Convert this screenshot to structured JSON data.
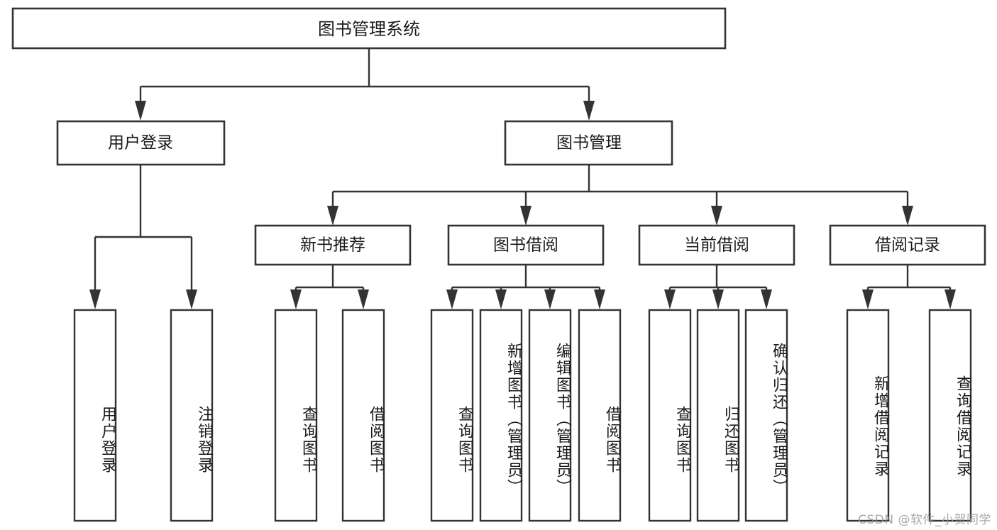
{
  "diagram": {
    "type": "tree",
    "orientation": "top-down",
    "root": {
      "id": "root",
      "label": "图书管理系统"
    },
    "level2": [
      {
        "id": "user-login",
        "label": "用户登录"
      },
      {
        "id": "book-manage",
        "label": "图书管理"
      }
    ],
    "level3": [
      {
        "id": "new-book-rec",
        "label": "新书推荐",
        "parent": "book-manage"
      },
      {
        "id": "book-borrow",
        "label": "图书借阅",
        "parent": "book-manage"
      },
      {
        "id": "current-borrow",
        "label": "当前借阅",
        "parent": "book-manage"
      },
      {
        "id": "borrow-record",
        "label": "借阅记录",
        "parent": "book-manage"
      }
    ],
    "leaves": [
      {
        "id": "leaf-user-login",
        "label": "用户登录",
        "parent": "user-login"
      },
      {
        "id": "leaf-user-logout",
        "label": "注销登录",
        "parent": "user-login"
      },
      {
        "id": "leaf-query-book-1",
        "label": "查询图书",
        "parent": "new-book-rec"
      },
      {
        "id": "leaf-borrow-book-1",
        "label": "借阅图书",
        "parent": "new-book-rec"
      },
      {
        "id": "leaf-query-book-2",
        "label": "查询图书",
        "parent": "book-borrow"
      },
      {
        "id": "leaf-add-book",
        "label": "新增图书（管理员）",
        "parent": "book-borrow"
      },
      {
        "id": "leaf-edit-book",
        "label": "编辑图书（管理员）",
        "parent": "book-borrow"
      },
      {
        "id": "leaf-borrow-book-2",
        "label": "借阅图书",
        "parent": "book-borrow"
      },
      {
        "id": "leaf-query-book-3",
        "label": "查询图书",
        "parent": "current-borrow"
      },
      {
        "id": "leaf-return-book",
        "label": "归还图书",
        "parent": "current-borrow"
      },
      {
        "id": "leaf-confirm-return",
        "label": "确认归还（管理员）",
        "parent": "current-borrow"
      },
      {
        "id": "leaf-add-record",
        "label": "新增借阅记录",
        "parent": "borrow-record"
      },
      {
        "id": "leaf-query-record",
        "label": "查询借阅记录",
        "parent": "borrow-record"
      }
    ],
    "colors": {
      "stroke": "#333333",
      "fill": "#ffffff",
      "text": "#1a1a1a",
      "watermark": "#9a9a9a"
    }
  },
  "watermark": {
    "text": "CSDN @软件_小贺同学"
  }
}
